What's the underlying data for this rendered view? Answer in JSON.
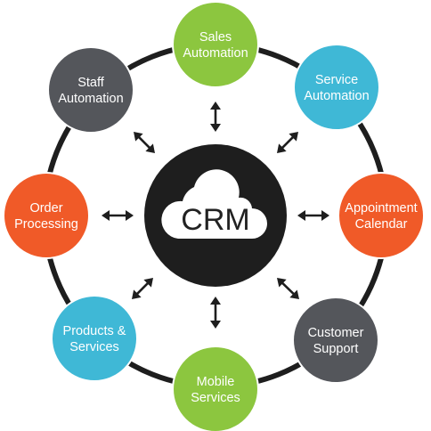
{
  "center": {
    "label": "CRM",
    "icon": "cloud-icon"
  },
  "nodes": [
    {
      "id": "sales-automation",
      "lines": [
        "Sales",
        "Automation"
      ],
      "color": "#8cc63f"
    },
    {
      "id": "service-automation",
      "lines": [
        "Service",
        "Automation"
      ],
      "color": "#3fb8d6"
    },
    {
      "id": "appointment-calendar",
      "lines": [
        "Appointment",
        "Calendar"
      ],
      "color": "#f05a28"
    },
    {
      "id": "customer-support",
      "lines": [
        "Customer",
        "Support"
      ],
      "color": "#54565b"
    },
    {
      "id": "mobile-services",
      "lines": [
        "Mobile",
        "Services"
      ],
      "color": "#8cc63f"
    },
    {
      "id": "products-services",
      "lines": [
        "Products &",
        "Services"
      ],
      "color": "#3fb8d6"
    },
    {
      "id": "order-processing",
      "lines": [
        "Order",
        "Processing"
      ],
      "color": "#f05a28"
    },
    {
      "id": "staff-automation",
      "lines": [
        "Staff",
        "Automation"
      ],
      "color": "#54565b"
    }
  ],
  "colors": {
    "ring": "#1e1e1e",
    "center_fill": "#1e1e1e",
    "cloud_fill": "#ffffff",
    "arrow": "#1e1e1e",
    "node_stroke": "#ffffff"
  }
}
